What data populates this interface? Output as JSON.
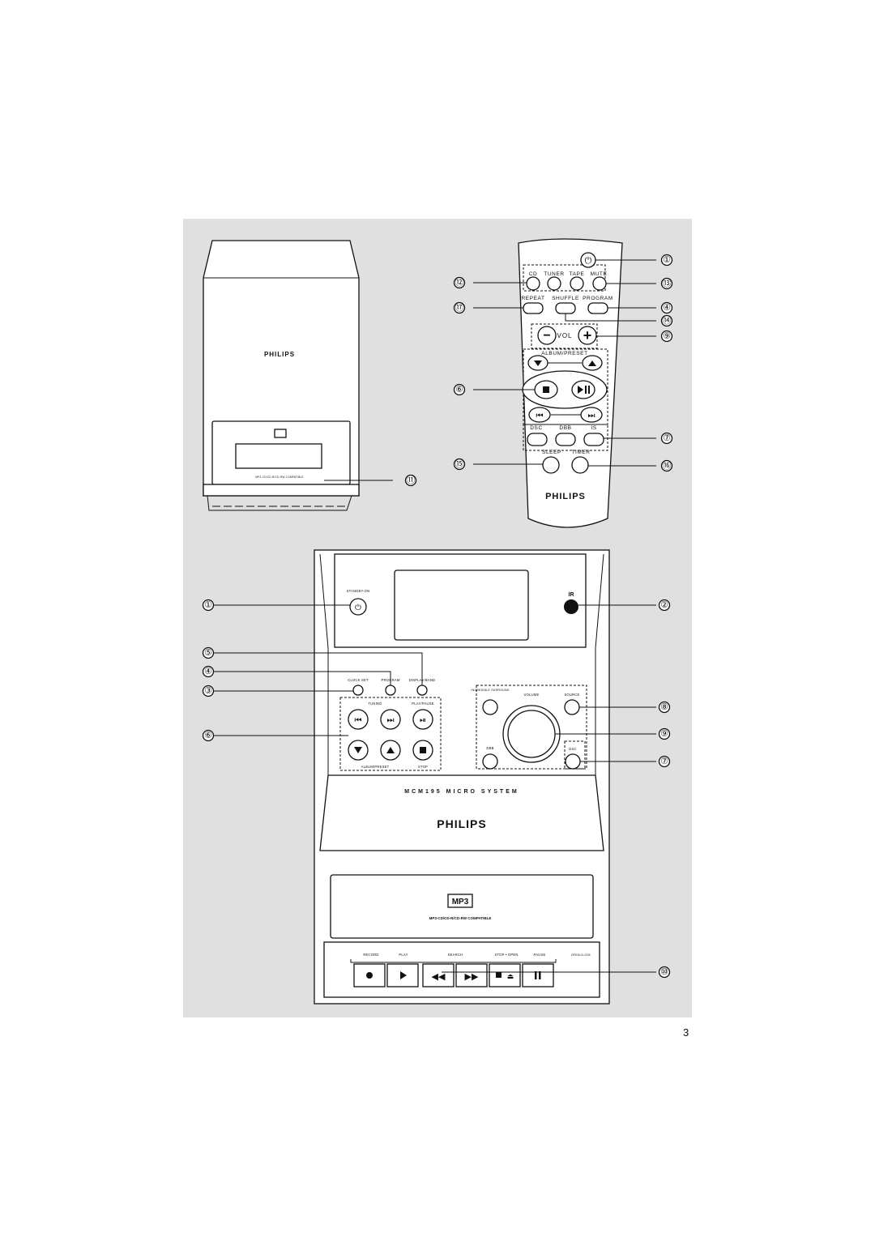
{
  "page_number": "3",
  "remote": {
    "brand": "PHILIPS",
    "source_labels": [
      "CD",
      "TUNER",
      "TAPE"
    ],
    "mute_label": "MUTE",
    "repeat_label": "REPEAT",
    "shuffle_label": "SHUFFLE",
    "program_label": "PROGRAM",
    "vol_label": "VOL",
    "album_preset_label": "ALBUM/PRESET",
    "dsc_label": "DSC",
    "dbb_label": "DBB",
    "is_label": "IS",
    "sleep_label": "SLEEP",
    "timer_label": "TIMER"
  },
  "side_view": {
    "brand": "PHILIPS",
    "compat_text": "MP3-CD/CD-R/CD-RW COMPATIBLE"
  },
  "main_unit": {
    "standby_label": "STANDBY-ON",
    "ir_label": "IR",
    "clock_set_label": "CLOCK SET",
    "program_label": "PROGRAM",
    "display_band_label": "DISPLAY/BAND",
    "tuning_label": "TUNING",
    "play_pause_label": "PLAY/PAUSE",
    "album_preset_label": "ALBUM/PRESET",
    "stop_label": "STOP",
    "incredible_surround_label": "INCREDIBLE SURROUND",
    "dbb_label": "DBB",
    "volume_label": "VOLUME",
    "source_label": "SOURCE",
    "dsc_label": "DSC",
    "model_text": "MCM195 MICRO SYSTEM",
    "brand": "PHILIPS",
    "mp3_logo": "MP3",
    "compat_text": "MP3-CD/CD-R/CD-RW COMPATIBLE",
    "deck_labels": {
      "record": "RECORD",
      "play": "PLAY",
      "search": "SEARCH",
      "stop_open": "STOP • OPEN",
      "pause": "PAUSE",
      "open_close": "OPEN•CLOSE"
    }
  },
  "callouts": {
    "remote_left": [
      "⑫",
      "⑰",
      "⑥",
      "⑮"
    ],
    "remote_right": [
      "①",
      "⑬",
      "④",
      "⑭",
      "⑨",
      "⑦",
      "⑯"
    ],
    "side_right": [
      "⑪"
    ],
    "unit_left": [
      "①",
      "⑤",
      "④",
      "③",
      "⑥"
    ],
    "unit_right": [
      "②",
      "⑧",
      "⑨",
      "⑦",
      "⑩"
    ]
  }
}
